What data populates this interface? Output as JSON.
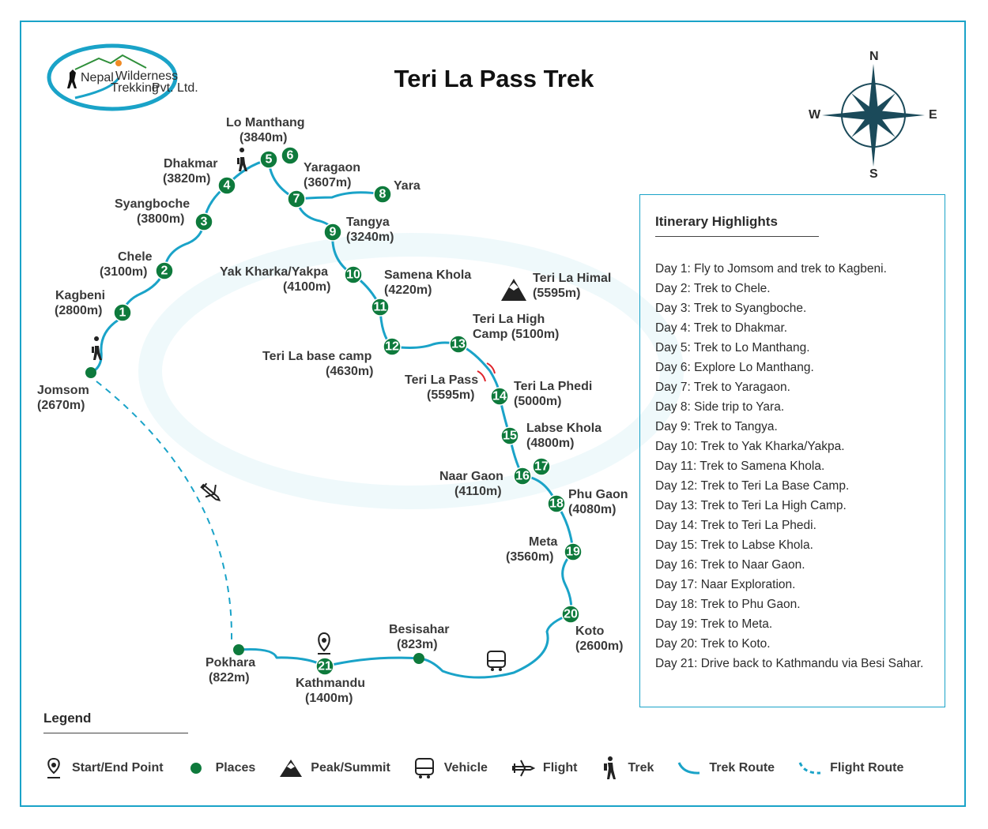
{
  "title": "Teri La Pass Trek",
  "logo": {
    "line1": "Nepal",
    "line2": "Wilderness",
    "line3": "Trekking",
    "suffix": "Pvt. Ltd."
  },
  "compass": {
    "n": "N",
    "s": "S",
    "e": "E",
    "w": "W"
  },
  "places": {
    "jomsom": {
      "name": "Jomsom",
      "alt": "(2670m)"
    },
    "kagbeni": {
      "name": "Kagbeni",
      "alt": "(2800m)"
    },
    "chele": {
      "name": "Chele",
      "alt": "(3100m)"
    },
    "syangboche": {
      "name": "Syangboche",
      "alt": "(3800m)"
    },
    "dhakmar": {
      "name": "Dhakmar",
      "alt": "(3820m)"
    },
    "lomanthang": {
      "name": "Lo Manthang",
      "alt": "(3840m)"
    },
    "yaragaon": {
      "name": "Yaragaon",
      "alt": "(3607m)"
    },
    "yara": {
      "name": "Yara"
    },
    "tangya": {
      "name": "Tangya",
      "alt": "(3240m)"
    },
    "yakkharka": {
      "name": "Yak Kharka/Yakpa",
      "alt": "(4100m)"
    },
    "samena": {
      "name": "Samena Khola",
      "alt": "(4220m)"
    },
    "terilahimal": {
      "name": "Teri La Himal",
      "alt": "(5595m)"
    },
    "highcamp": {
      "name": "Teri La High",
      "alt": "Camp (5100m)"
    },
    "basecamp": {
      "name": "Teri La base camp",
      "alt": "(4630m)"
    },
    "pass": {
      "name": "Teri La Pass",
      "alt": "(5595m)"
    },
    "phedi": {
      "name": "Teri La Phedi",
      "alt": "(5000m)"
    },
    "labse": {
      "name": "Labse Khola",
      "alt": "(4800m)"
    },
    "naar": {
      "name": "Naar Gaon",
      "alt": "(4110m)"
    },
    "phu": {
      "name": "Phu Gaon",
      "alt": "(4080m)"
    },
    "meta": {
      "name": "Meta",
      "alt": "(3560m)"
    },
    "koto": {
      "name": "Koto",
      "alt": "(2600m)"
    },
    "besisahar": {
      "name": "Besisahar",
      "alt": "(823m)"
    },
    "kathmandu": {
      "name": "Kathmandu",
      "alt": "(1400m)"
    },
    "pokhara": {
      "name": "Pokhara",
      "alt": "(822m)"
    }
  },
  "day_markers": [
    "1",
    "2",
    "3",
    "4",
    "5",
    "6",
    "7",
    "8",
    "9",
    "10",
    "11",
    "12",
    "13",
    "14",
    "15",
    "16",
    "17",
    "18",
    "19",
    "20",
    "21"
  ],
  "itinerary": {
    "title": "Itinerary Highlights",
    "items": [
      "Day 1: Fly to Jomsom and trek to Kagbeni.",
      "Day 2: Trek to Chele.",
      "Day 3: Trek to Syangboche.",
      "Day 4: Trek to Dhakmar.",
      "Day 5: Trek to Lo Manthang.",
      "Day 6: Explore Lo Manthang.",
      "Day 7: Trek to Yaragaon.",
      "Day 8: Side trip to Yara.",
      "Day 9: Trek to Tangya.",
      "Day 10: Trek to Yak Kharka/Yakpa.",
      "Day 11: Trek to Samena Khola.",
      "Day 12: Trek to Teri La Base Camp.",
      "Day 13: Trek to Teri La High Camp.",
      "Day 14: Trek to Teri La Phedi.",
      "Day 15: Trek to Labse Khola.",
      "Day 16: Trek to Naar Gaon.",
      "Day 17: Naar Exploration.",
      "Day 18: Trek to Phu Gaon.",
      "Day 19: Trek to Meta.",
      "Day 20: Trek to Koto.",
      "Day 21: Drive back to Kathmandu via Besi Sahar."
    ]
  },
  "legend": {
    "title": "Legend",
    "items": [
      "Start/End Point",
      "Places",
      "Peak/Summit",
      "Vehicle",
      "Flight",
      "Trek",
      "Trek Route",
      "Flight Route"
    ]
  },
  "colors": {
    "route": "#1aa3c8",
    "marker": "#0e7a3c",
    "pass": "#e0242b"
  }
}
